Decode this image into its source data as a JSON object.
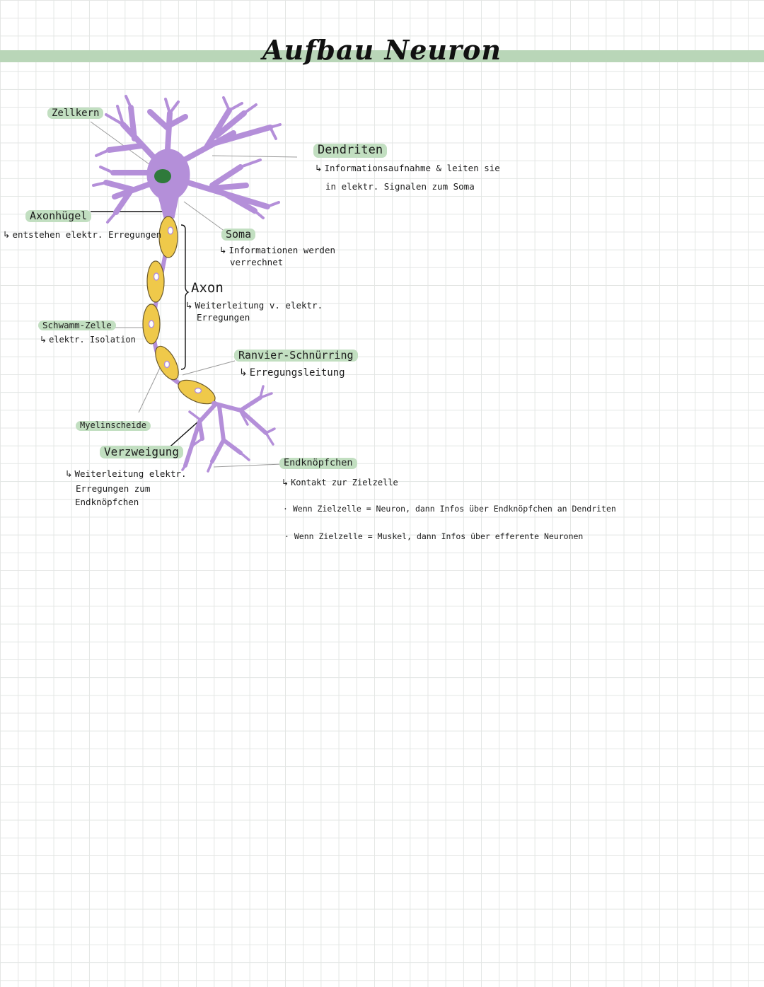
{
  "title": "Aufbau Neuron",
  "labels": {
    "zellkern": "Zellkern",
    "dendriten": "Dendriten",
    "axonhuegel": "Axonhügel",
    "soma": "Soma",
    "axon": "Axon",
    "schwann": "Schwamm-Zelle",
    "ranvier": "Ranvier-Schnürring",
    "myelinscheide": "Myelinscheide",
    "verzweigung": "Verzweigung",
    "endknoepfchen": "Endknöpfchen"
  },
  "notes": {
    "dendriten_1": "Informationsaufnahme & leiten sie",
    "dendriten_2": "in elektr. Signalen zum Soma",
    "axonhuegel": "entstehen elektr. Erregungen",
    "soma_1": "Informationen werden",
    "soma_2": "verrechnet",
    "axon_1": "Weiterleitung v. elektr.",
    "axon_2": "Erregungen",
    "schwann": "elektr. Isolation",
    "ranvier": "Erregungsleitung",
    "verzweigung_1": "Weiterleitung elektr.",
    "verzweigung_2": "Erregungen zum",
    "verzweigung_3": "Endknöpfchen",
    "endknoepfchen": "Kontakt zur Zielzelle"
  },
  "arrow_glyph": "↳",
  "bullets": [
    "Wenn Zielzelle = Neuron, dann Infos über Endknöpfchen an Dendriten",
    "Wenn Zielzelle = Muskel, dann Infos über efferente Neuronen"
  ],
  "colors": {
    "highlight": "#c2dfc1",
    "band": "#b9d6b8",
    "neuron": "#b48fd9",
    "nucleus": "#2f7a3b",
    "myelin": "#efc94a"
  }
}
